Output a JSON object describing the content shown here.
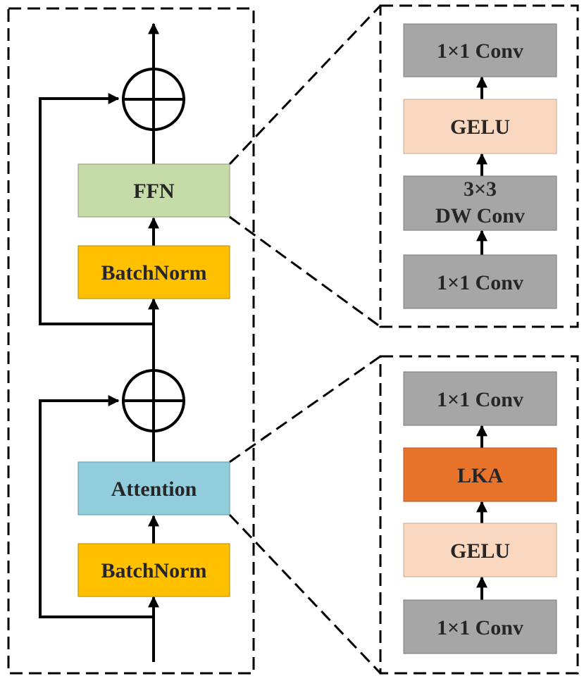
{
  "main_block": {
    "ffn": "FFN",
    "batchnorm_top": "BatchNorm",
    "attention": "Attention",
    "batchnorm_bottom": "BatchNorm"
  },
  "ffn_detail": {
    "conv_top": "1×1 Conv",
    "gelu": "GELU",
    "dw_conv_line1": "3×3",
    "dw_conv_line2": "DW Conv",
    "conv_bottom": "1×1 Conv"
  },
  "attention_detail": {
    "conv_top": "1×1 Conv",
    "lka": "LKA",
    "gelu": "GELU",
    "conv_bottom": "1×1 Conv"
  },
  "colors": {
    "ffn": "#c5dba8",
    "batchnorm": "#ffc000",
    "attention": "#92cddc",
    "conv": "#a6a6a6",
    "gelu": "#fad8c0",
    "lka": "#e8732a",
    "line": "#000000"
  }
}
